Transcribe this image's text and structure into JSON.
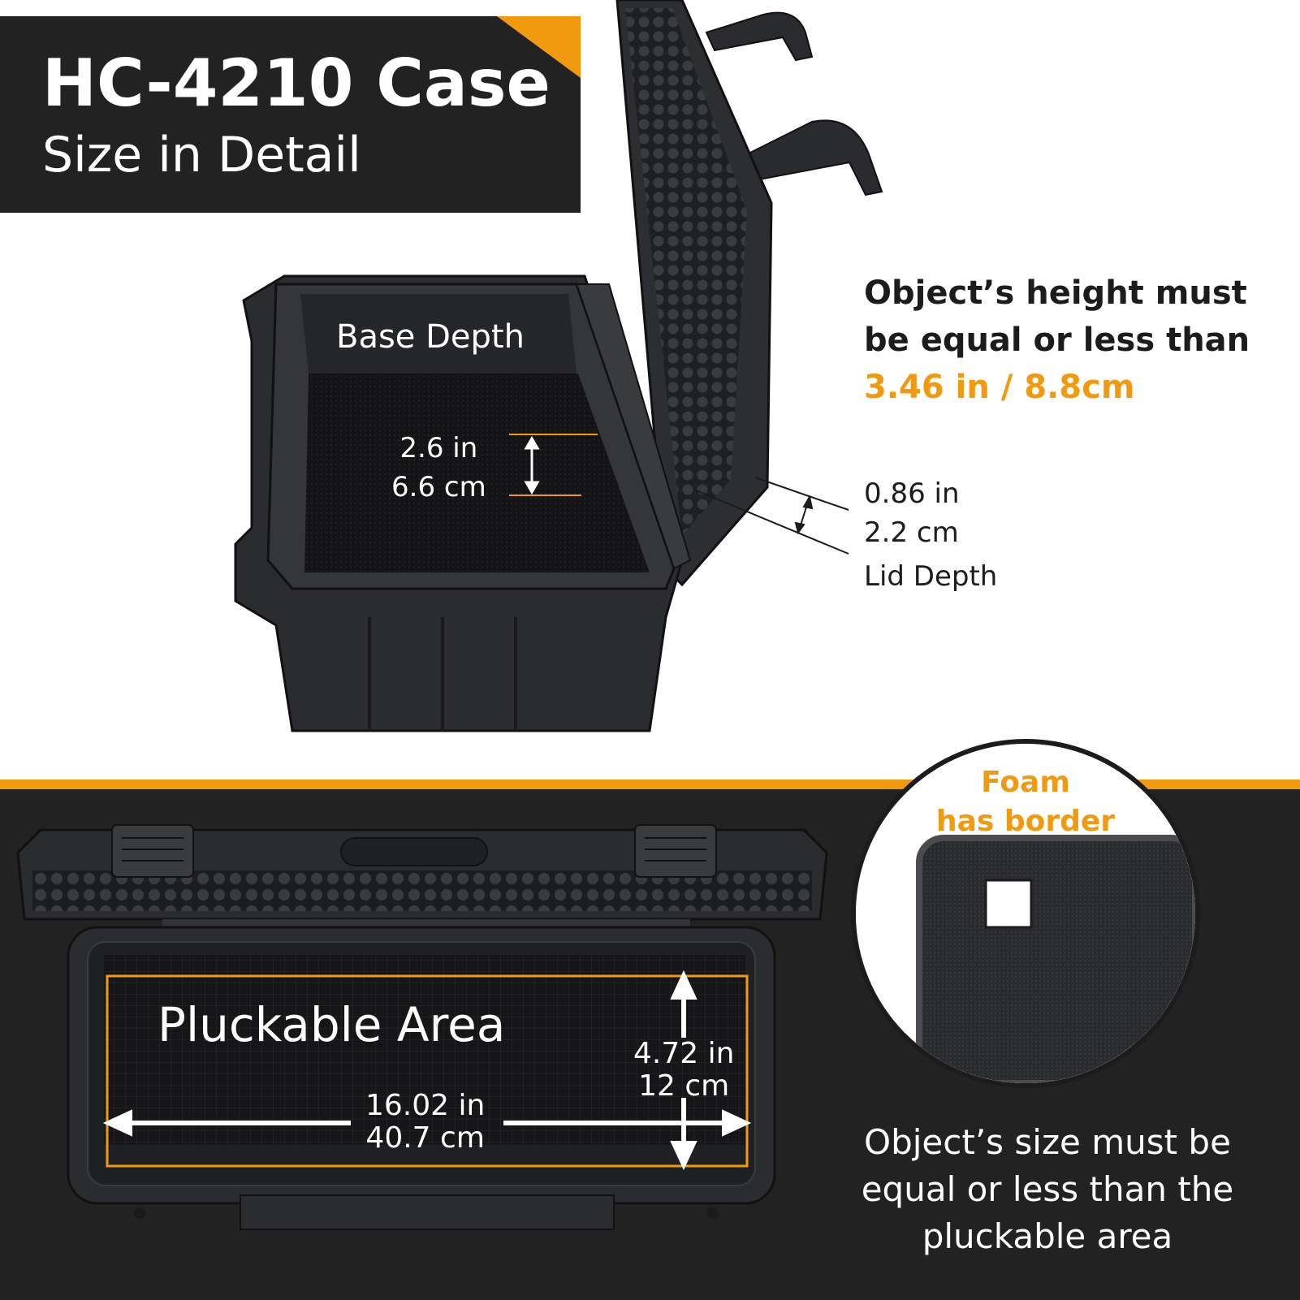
{
  "header": {
    "title": "HC-4210 Case",
    "subtitle": "Size in Detail"
  },
  "colors": {
    "accent": "#f29a0f",
    "panel": "#222222",
    "case": "#2b2c30"
  },
  "top_view": {
    "base_depth_label": "Base Depth",
    "base_depth_in": "2.6 in",
    "base_depth_cm": "6.6 cm",
    "height_note_line1": "Object’s height must",
    "height_note_line2": "be equal or less than",
    "height_note_value": "3.46 in / 8.8cm",
    "lid_depth_in": "0.86 in",
    "lid_depth_cm": "2.2 cm",
    "lid_depth_label": "Lid Depth"
  },
  "bottom_view": {
    "pluckable_title": "Pluckable Area",
    "width_in": "16.02 in",
    "width_cm": "40.7 cm",
    "height_in": "4.72 in",
    "height_cm": "12 cm",
    "foam_line1": "Foam",
    "foam_line2": "has border",
    "size_note_line1": "Object’s size must be",
    "size_note_line2": "equal or less than the",
    "size_note_line3": "pluckable area"
  }
}
